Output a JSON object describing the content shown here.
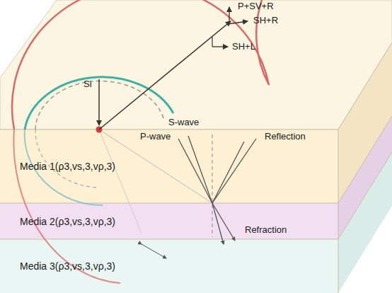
{
  "diagram": {
    "nodes": [
      {
        "text": [
          "Media 1(ρ3,vs,3,vρ,3)"
        ]
      },
      {
        "text": [
          "Media 2(ρ3,vs,3,vρ,3)"
        ]
      },
      {
        "text": [
          "Media 3(ρ3,vs,3,vρ,3)"
        ]
      }
    ],
    "labels": [
      "P+SV+R",
      "SH+R",
      "SH+L",
      "Si",
      "S-wave",
      "P-wave",
      "Reflection",
      "Refraction"
    ]
  }
}
